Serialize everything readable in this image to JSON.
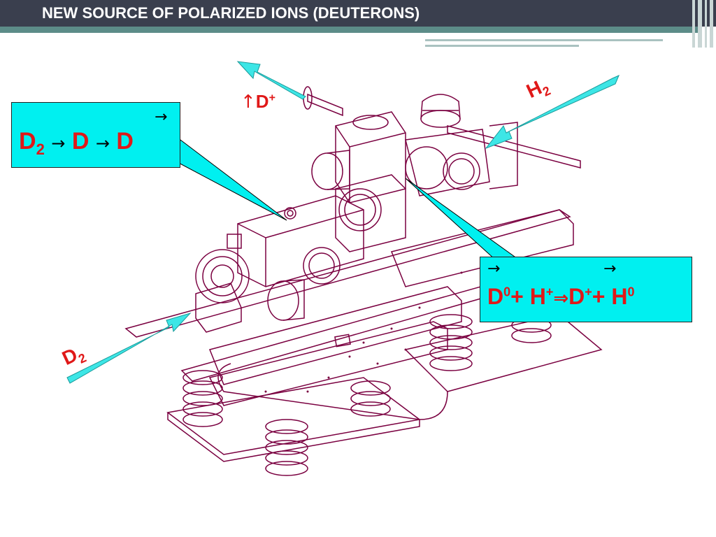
{
  "slide": {
    "title": "NEW SOURCE OF POLARIZED IONS (DEUTERONS)"
  },
  "colors": {
    "title_bg": "#3a3f4e",
    "band": "#5c8c88",
    "box_fill": "#00f0f0",
    "label_red": "#e01818",
    "drawing_line": "#7a0040",
    "arrow": "#3de6e6"
  },
  "labels": {
    "d_plus_arrow": "↑",
    "d_plus_base": "D",
    "d_plus_sup": "+",
    "h2_base": "H",
    "h2_sub": "2",
    "d2_base": "D",
    "d2_sub": "2"
  },
  "box_left": {
    "vec_mark": "→",
    "t1": "D",
    "t1_sub": "2",
    "arrow1": "→",
    "t2": "D",
    "arrow2": "→",
    "t3": "D"
  },
  "box_right": {
    "vec1": "→",
    "vec2": "→",
    "t1": "D",
    "t1_sup": "0",
    "plus1": "+ ",
    "t2": "H",
    "t2_sup": "+",
    "implies": "⇒",
    "t3": "D",
    "t3_sup": "+",
    "plus2": "+ ",
    "t4": "H",
    "t4_sup": "0"
  }
}
